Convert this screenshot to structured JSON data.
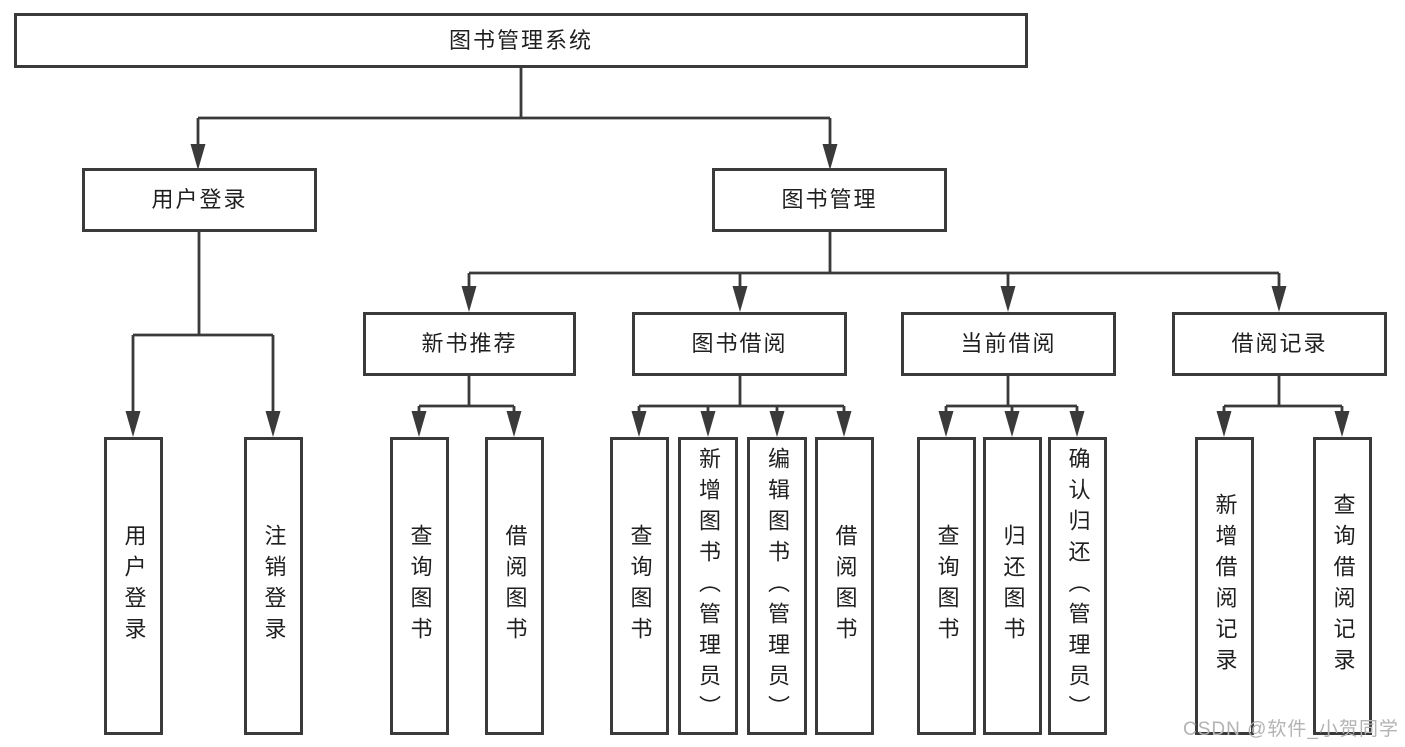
{
  "diagram": {
    "root": {
      "label": "图书管理系统"
    },
    "branches": [
      {
        "label": "用户登录",
        "children": [
          {
            "label": "用户登录"
          },
          {
            "label": "注销登录"
          }
        ]
      },
      {
        "label": "图书管理",
        "children": [
          {
            "label": "新书推荐",
            "children": [
              {
                "label": "查询图书"
              },
              {
                "label": "借阅图书"
              }
            ]
          },
          {
            "label": "图书借阅",
            "children": [
              {
                "label": "查询图书"
              },
              {
                "label": "新增图书（管理员）"
              },
              {
                "label": "编辑图书（管理员）"
              },
              {
                "label": "借阅图书"
              }
            ]
          },
          {
            "label": "当前借阅",
            "children": [
              {
                "label": "查询图书"
              },
              {
                "label": "归还图书"
              },
              {
                "label": "确认归还（管理员）"
              }
            ]
          },
          {
            "label": "借阅记录",
            "children": [
              {
                "label": "新增借阅记录"
              },
              {
                "label": "查询借阅记录"
              }
            ]
          }
        ]
      }
    ],
    "watermark": "CSDN @软件_小贺同学"
  },
  "colors": {
    "line": "#3a3a3a",
    "text": "#1f1f1f",
    "background": "#ffffff",
    "watermark": "#b3b3b3"
  }
}
